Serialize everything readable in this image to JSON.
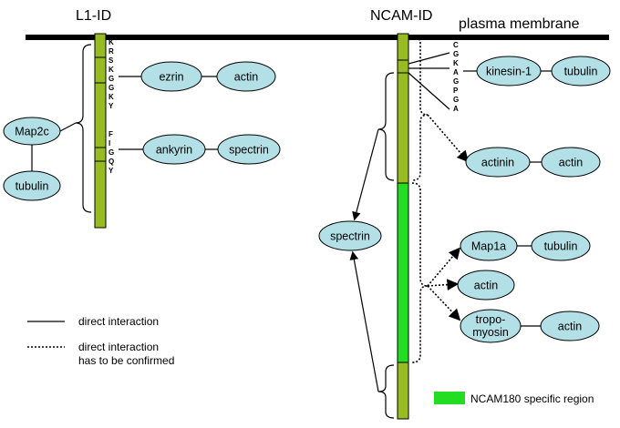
{
  "titles": {
    "l1": "L1-ID",
    "ncam": "NCAM-ID",
    "membrane": "plasma membrane"
  },
  "l1_sequence_1": [
    "K",
    "R",
    "S",
    "K",
    "G",
    "G",
    "K",
    "Y"
  ],
  "l1_sequence_2": [
    "F",
    "I",
    "G",
    "Q",
    "Y"
  ],
  "ncam_sequence": [
    "C",
    "G",
    "K",
    "A",
    "G",
    "P",
    "G",
    "A"
  ],
  "nodes": {
    "map2c": "Map2c",
    "tubulin_l1": "tubulin",
    "ezrin": "ezrin",
    "actin_l1": "actin",
    "ankyrin": "ankyrin",
    "spectrin_l1": "spectrin",
    "kinesin": "kinesin-1",
    "tubulin_ncam": "tubulin",
    "actinin": "actinin",
    "actin_actinin": "actin",
    "spectrin_ncam": "spectrin",
    "map1a": "Map1a",
    "tubulin_map1a": "tubulin",
    "actin_mid": "actin",
    "tropomyosin_line1": "tropo-",
    "tropomyosin_line2": "myosin",
    "actin_tropo": "actin"
  },
  "legend": {
    "direct": "direct interaction",
    "to_confirm_line1": "direct interaction",
    "to_confirm_line2": "has to be confirmed",
    "specific_region": "NCAM180 specific region"
  },
  "colors": {
    "membrane": "#000000",
    "domain_segment": "#99bb22",
    "ncam180_specific": "#22dd22",
    "node_fill": "#b3e0e6"
  }
}
